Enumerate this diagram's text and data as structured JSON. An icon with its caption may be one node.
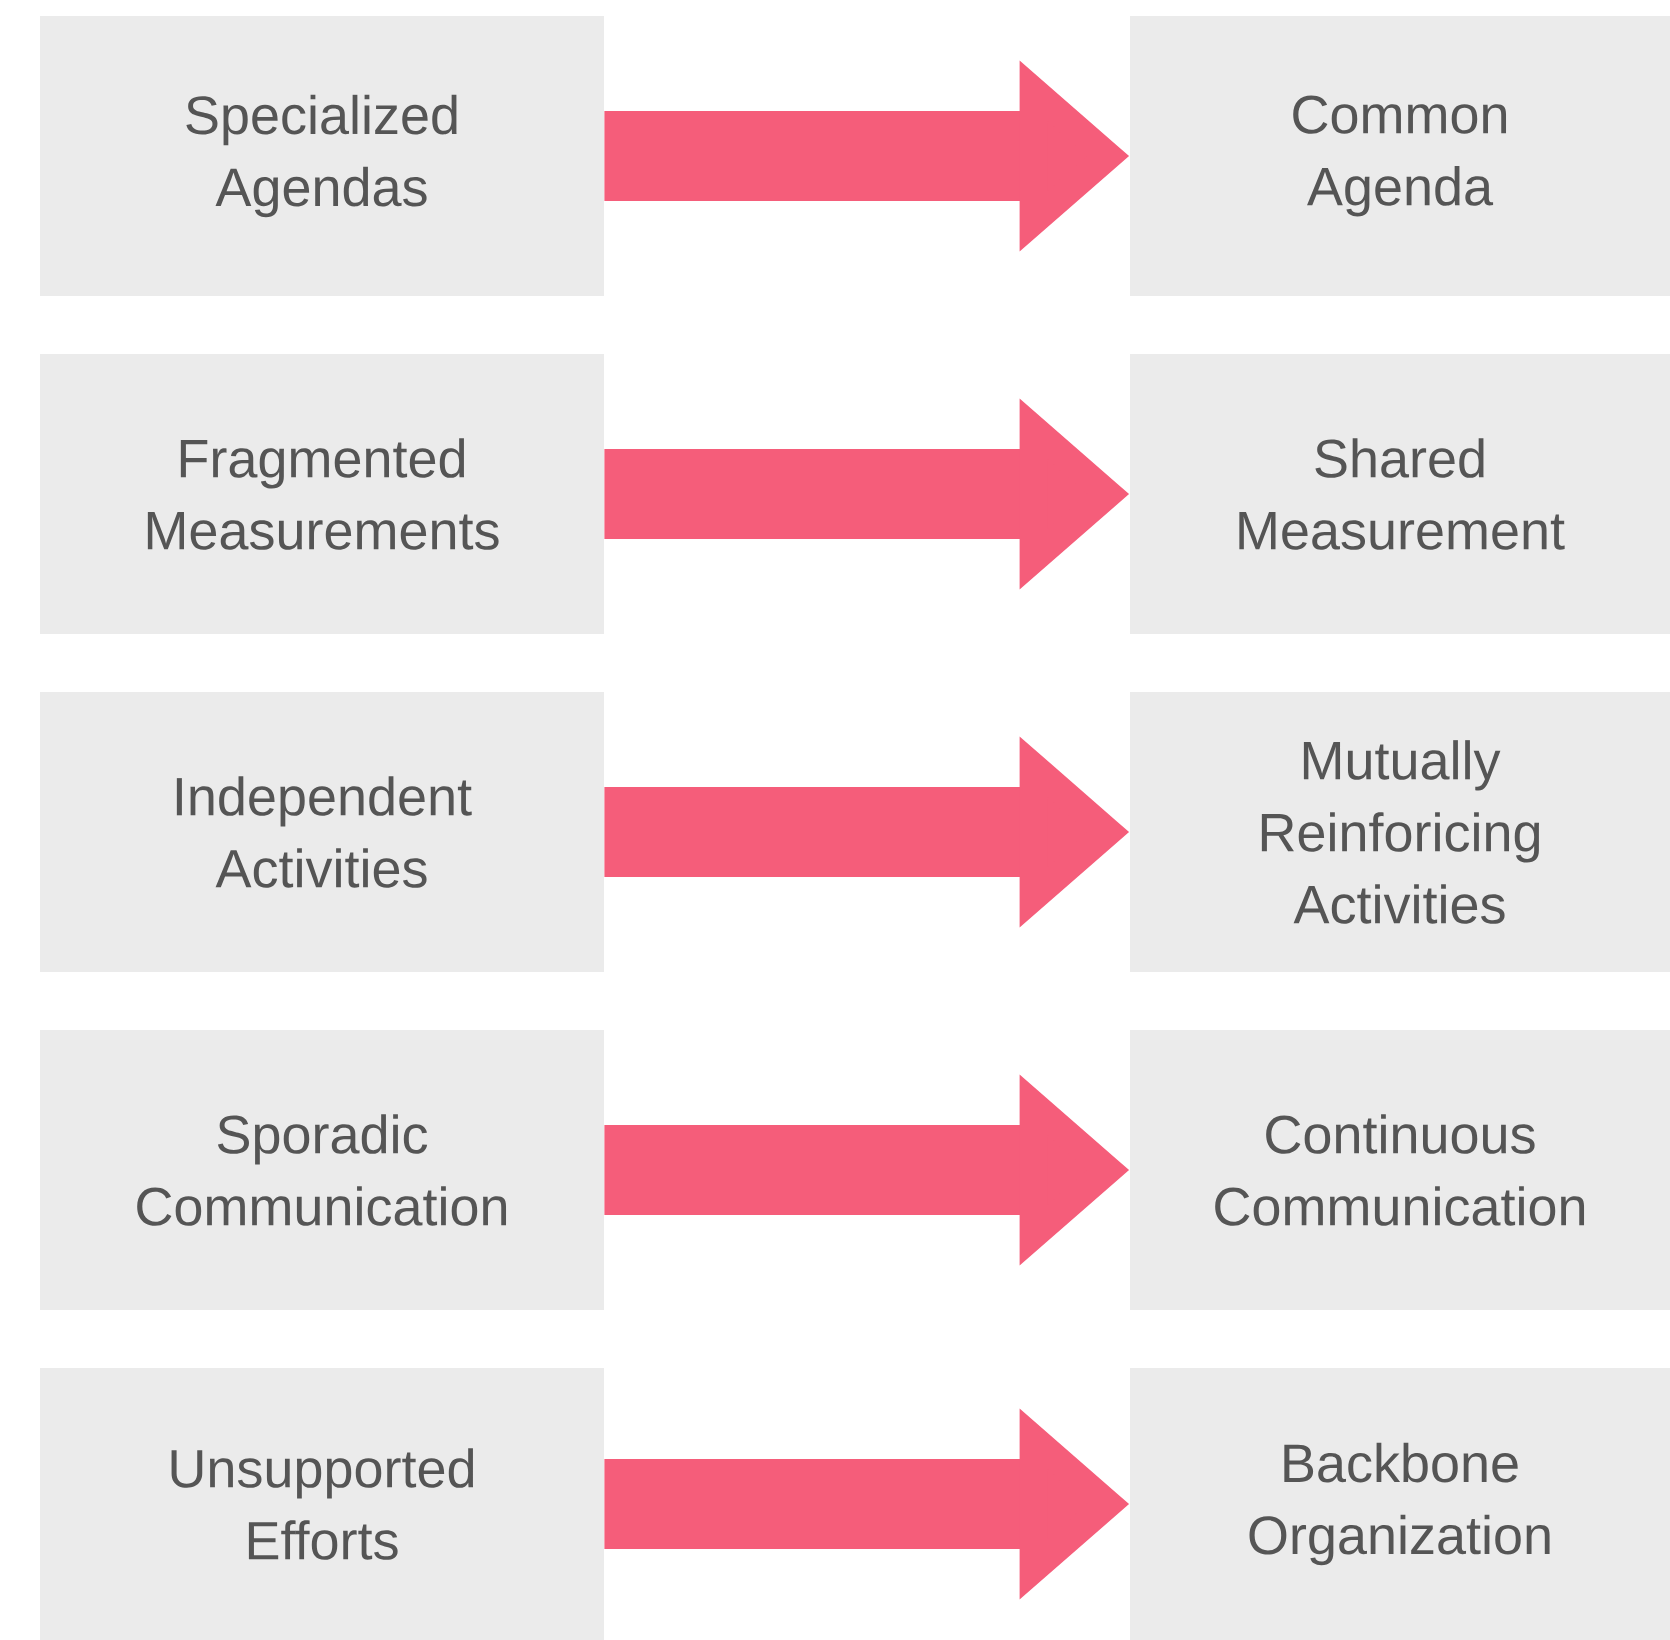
{
  "diagram": {
    "nodes": [
      {
        "text": [
          "Specialized Agendas"
        ]
      },
      {
        "text": [
          "Common Agenda"
        ]
      },
      {
        "text": [
          "Fragmented Measurements"
        ]
      },
      {
        "text": [
          "Shared Measurement"
        ]
      },
      {
        "text": [
          "Independent Activities"
        ]
      },
      {
        "text": [
          "Mutually Reinforicing Activities"
        ]
      },
      {
        "text": [
          "Sporadic Communication"
        ]
      },
      {
        "text": [
          "Continuous Communication"
        ]
      },
      {
        "text": [
          "Unsupported Efforts"
        ]
      },
      {
        "text": [
          "Backbone Organization"
        ]
      }
    ],
    "edges": [
      {
        "from": 0,
        "to": 1,
        "arrow": "to"
      },
      {
        "from": 2,
        "to": 3,
        "arrow": "to"
      },
      {
        "from": 4,
        "to": 5,
        "arrow": "to"
      },
      {
        "from": 6,
        "to": 7,
        "arrow": "to"
      },
      {
        "from": 8,
        "to": 9,
        "arrow": "to"
      }
    ]
  }
}
